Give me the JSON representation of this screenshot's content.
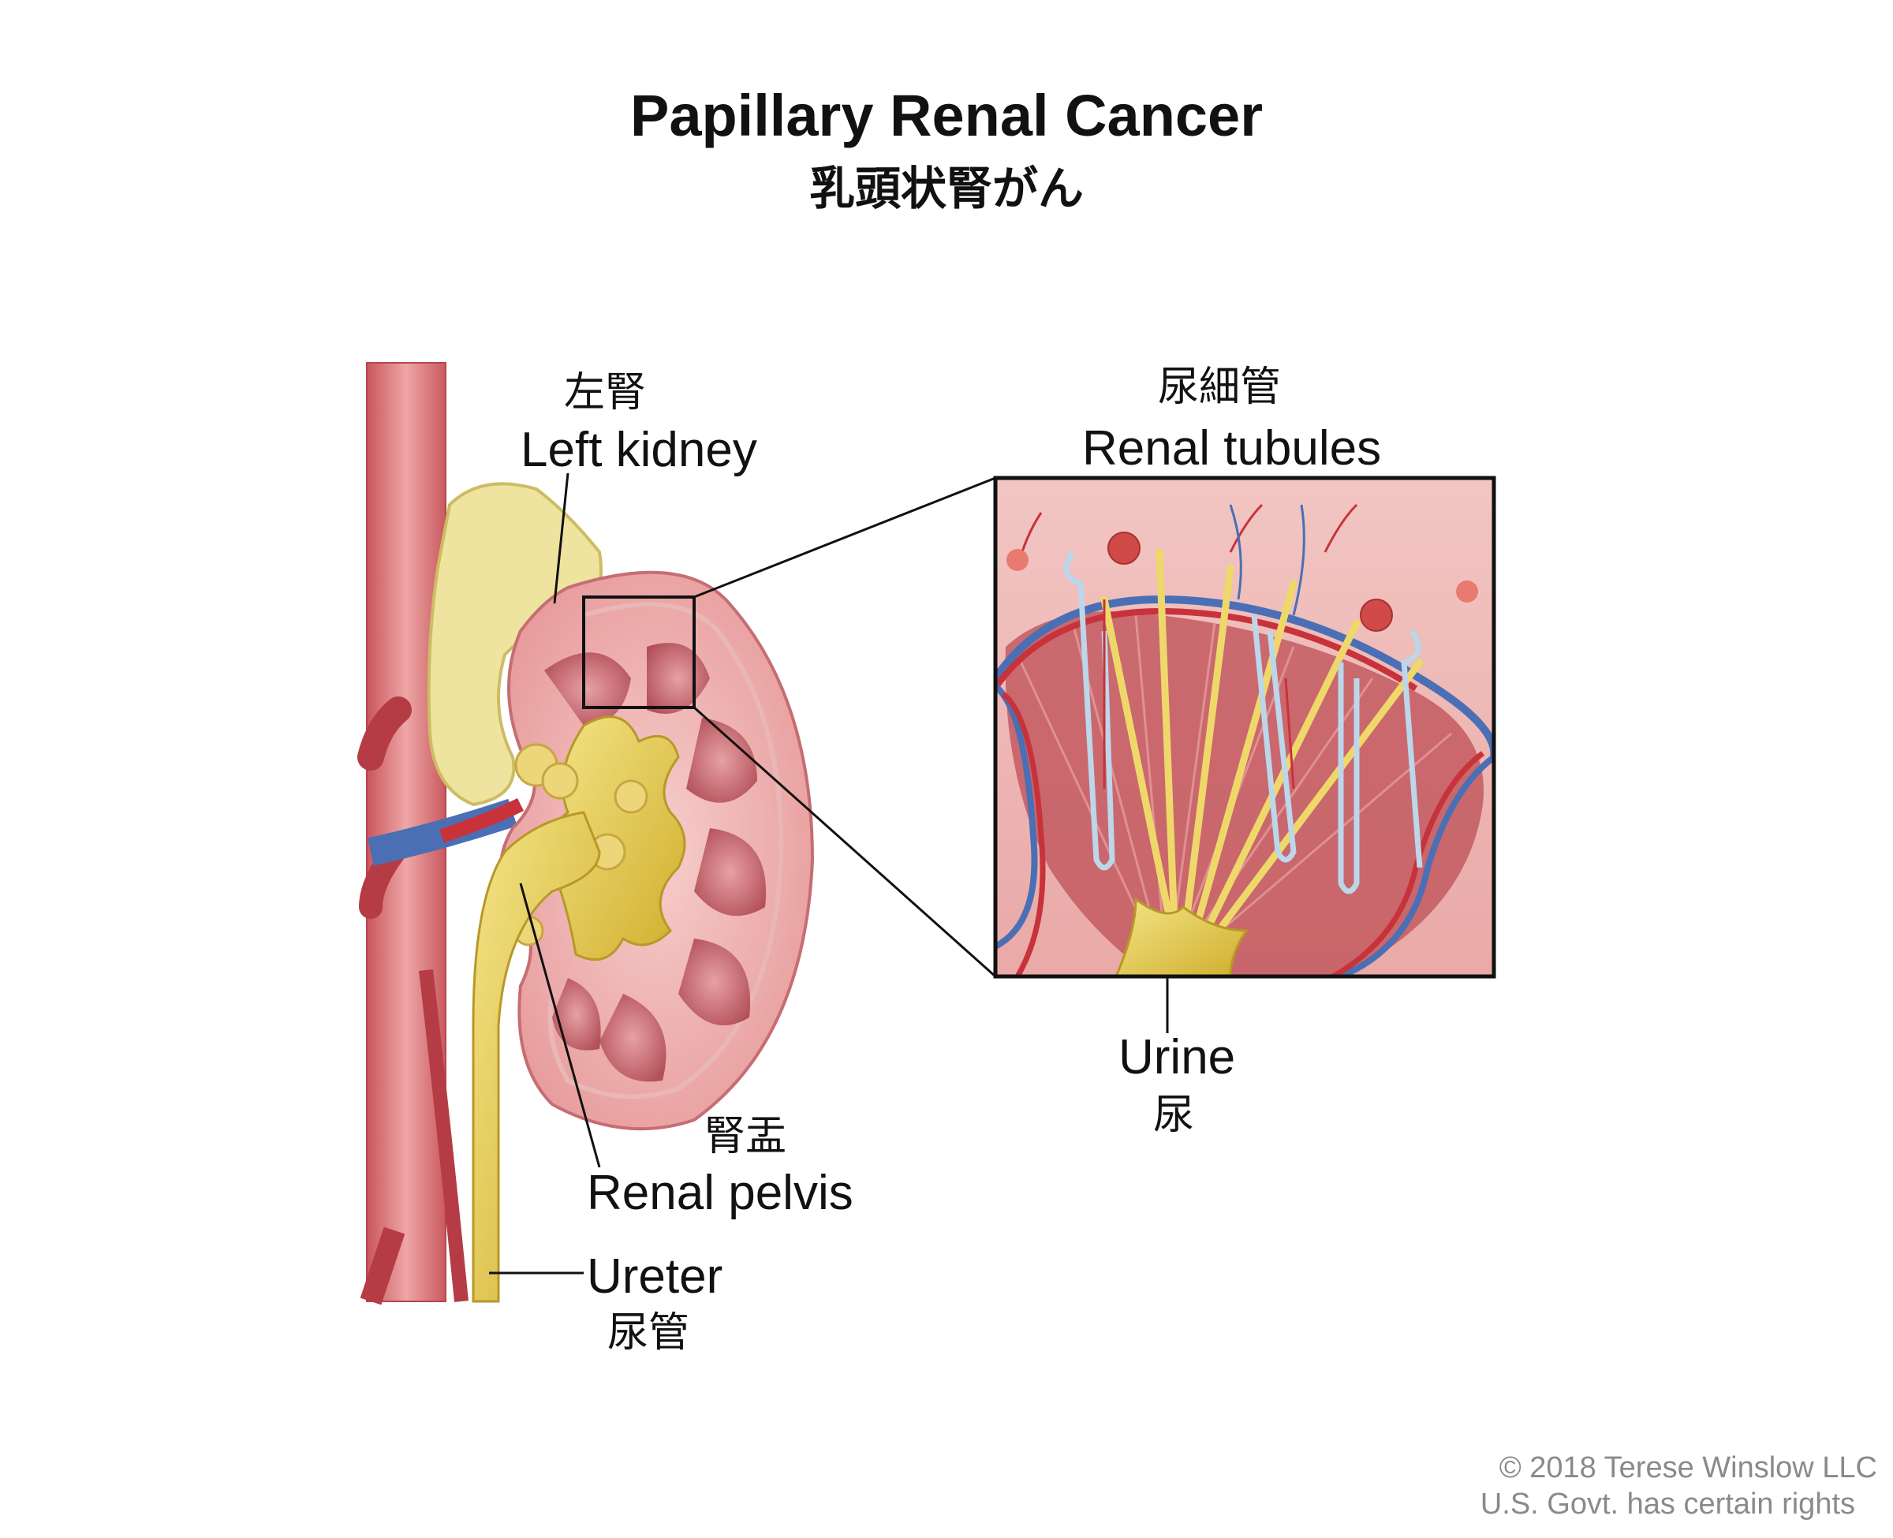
{
  "title": {
    "en": "Papillary Renal Cancer",
    "ja": "乳頭状腎がん"
  },
  "labels": {
    "left_kidney": {
      "ja": "左腎",
      "en": "Left kidney"
    },
    "renal_tubules": {
      "ja": "尿細管",
      "en": "Renal tubules"
    },
    "urine": {
      "en": "Urine",
      "ja": "尿"
    },
    "renal_pelvis": {
      "ja": "腎盂",
      "en": "Renal pelvis"
    },
    "ureter": {
      "en": "Ureter",
      "ja": "尿管"
    }
  },
  "credit": {
    "line1": "© 2018 Terese Winslow LLC",
    "line2": "U.S. Govt. has certain rights"
  },
  "colors": {
    "artery": "#c8323a",
    "aorta": "#d9777a",
    "vein": "#4a6fb5",
    "adrenal": "#efe3a0",
    "kidney_pink": "#f0b9b8",
    "medulla": "#c9676d",
    "pelvis_yellow": "#e9d04f",
    "tubule_blue": "#bcd6ea"
  }
}
